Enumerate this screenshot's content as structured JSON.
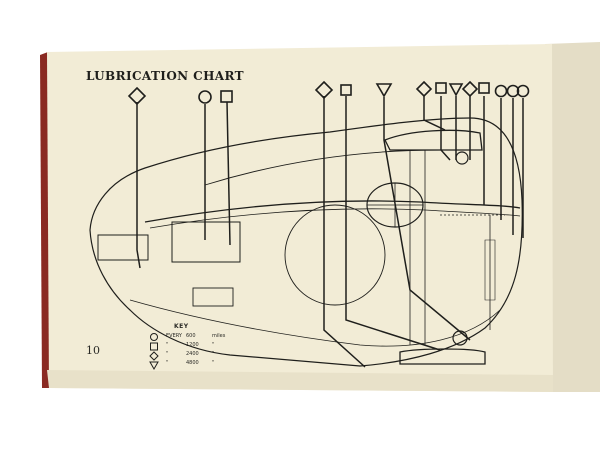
{
  "page": {
    "title": "LUBRICATION CHART",
    "number": "10"
  },
  "key": {
    "title": "KEY",
    "rows": [
      {
        "symbol": "circle-icon",
        "frequency": "EVERY",
        "value": "600",
        "unit": "miles"
      },
      {
        "symbol": "square-icon",
        "frequency": "\"",
        "value": "1200",
        "unit": "\""
      },
      {
        "symbol": "diamond-icon",
        "frequency": "\"",
        "value": "2400",
        "unit": "\""
      },
      {
        "symbol": "triangle-icon",
        "frequency": "\"",
        "value": "4800",
        "unit": "\""
      }
    ]
  },
  "colors": {
    "paper": "#f2ecd6",
    "ink": "#1f1f1c",
    "binding": "#8a2a22"
  }
}
